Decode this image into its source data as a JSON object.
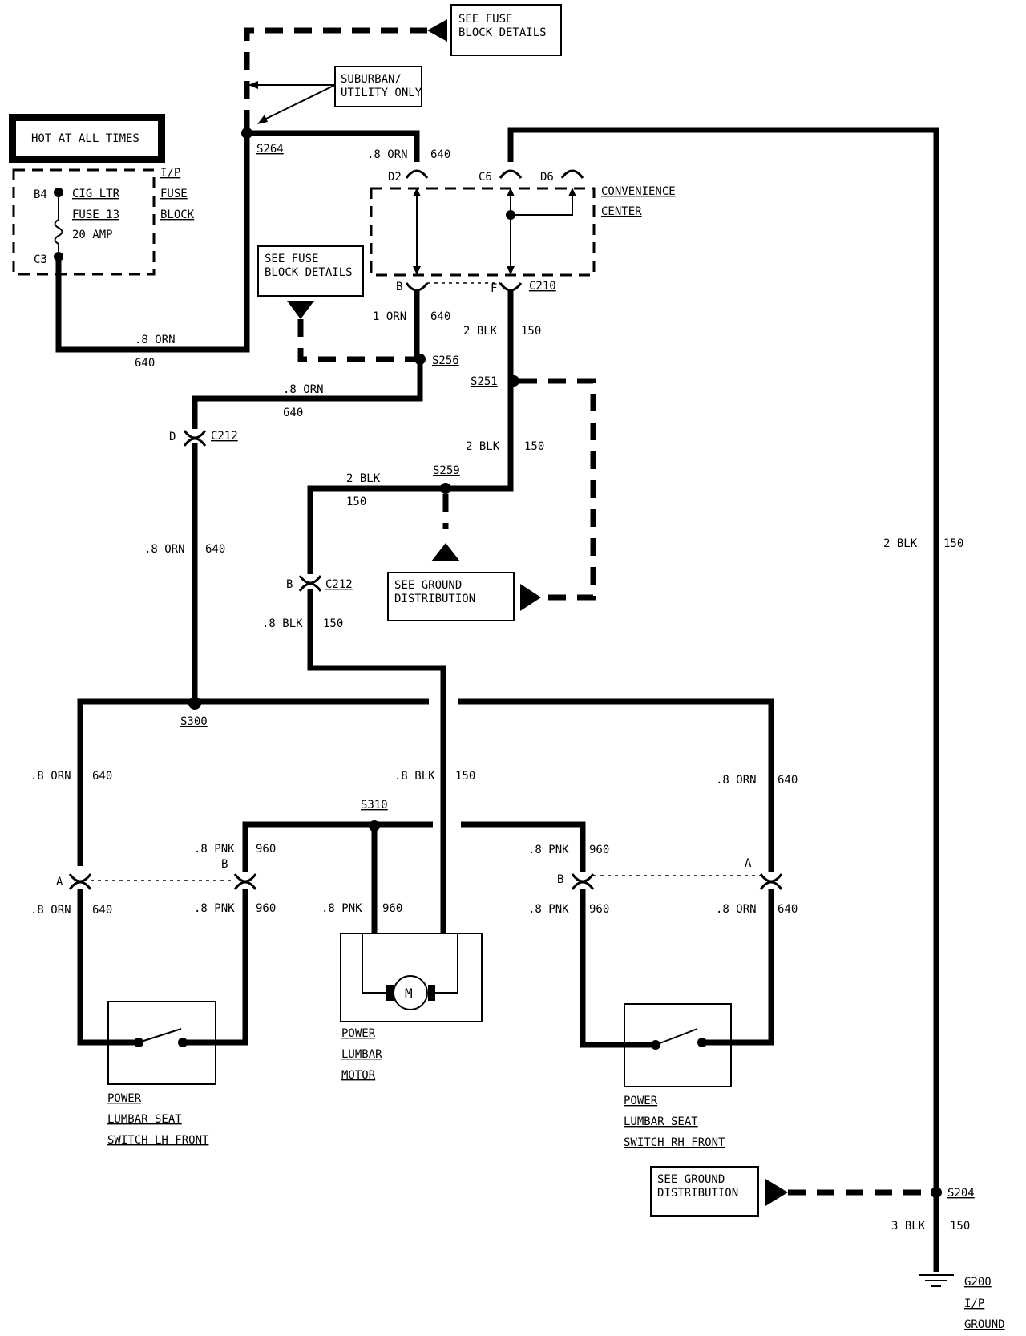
{
  "labels": {
    "see_fuse_top_1": "SEE FUSE",
    "see_fuse_top_2": "BLOCK DETAILS",
    "suburban_1": "SUBURBAN/",
    "suburban_2": "UTILITY ONLY",
    "hot_at_all_times": "HOT AT ALL TIMES",
    "b4": "B4",
    "c3": "C3",
    "cig_ltr": "CIG LTR",
    "fuse_13": "FUSE 13",
    "amp_20": "20 AMP",
    "ip": "I/P",
    "fuse": "FUSE",
    "block": "BLOCK",
    "s264": "S264",
    "orn_08_a": ".8 ORN",
    "n640_a": "640",
    "d2": "D2",
    "c6": "C6",
    "d6": "D6",
    "convenience": "CONVENIENCE",
    "center": "CENTER",
    "pin_b_cc": "B",
    "pin_f_cc": "F",
    "c210": "C210",
    "see_fuse_mid_1": "SEE FUSE",
    "see_fuse_mid_2": "BLOCK DETAILS",
    "orn_1": "1 ORN",
    "n640_b": "640",
    "blk_2_a": "2 BLK",
    "n150_a": "150",
    "orn_08_b": ".8 ORN",
    "n640_c": "640",
    "s256": "S256",
    "s251": "S251",
    "orn_08_c": ".8 ORN",
    "n640_d": "640",
    "pin_d": "D",
    "c212_a": "C212",
    "blk_2_b": "2 BLK",
    "n150_b": "150",
    "s259": "S259",
    "blk_2_c": "2 BLK",
    "n150_c": "150",
    "orn_08_d": ".8 ORN",
    "n640_e": "640",
    "pin_b_c212": "B",
    "c212_b": "C212",
    "see_ground_1a": "SEE GROUND",
    "see_ground_1b": "DISTRIBUTION",
    "blk_08_a": ".8 BLK",
    "n150_d": "150",
    "blk_2_d": "2 BLK",
    "n150_e": "150",
    "s300": "S300",
    "orn_08_e": ".8 ORN",
    "n640_f": "640",
    "blk_08_b": ".8 BLK",
    "n150_f": "150",
    "orn_08_f": ".8 ORN",
    "n640_g": "640",
    "s310": "S310",
    "pnk_08_a": ".8 PNK",
    "n960_a": "960",
    "pnk_08_b": ".8 PNK",
    "n960_b": "960",
    "pin_a_l": "A",
    "pin_b_l": "B",
    "pin_b_r": "B",
    "pin_a_r": "A",
    "orn_08_g": ".8 ORN",
    "n640_h": "640",
    "pnk_08_c": ".8 PNK",
    "n960_c": "960",
    "pnk_08_d": ".8 PNK",
    "n960_d": "960",
    "pnk_08_e": ".8 PNK",
    "n960_e": "960",
    "orn_08_h": ".8 ORN",
    "n640_i": "640",
    "motor_m": "M",
    "pl_motor_1": "POWER",
    "pl_motor_2": "LUMBAR",
    "pl_motor_3": "MOTOR",
    "lh_1": "POWER",
    "lh_2": "LUMBAR SEAT",
    "lh_3": "SWITCH LH FRONT",
    "rh_1": "POWER",
    "rh_2": "LUMBAR SEAT",
    "rh_3": "SWITCH RH FRONT",
    "see_ground_2a": "SEE GROUND",
    "see_ground_2b": "DISTRIBUTION",
    "s204": "S204",
    "blk_3": "3 BLK",
    "n150_g": "150",
    "g200": "G200",
    "ip_ground_1": "I/P",
    "ip_ground_2": "GROUND"
  }
}
